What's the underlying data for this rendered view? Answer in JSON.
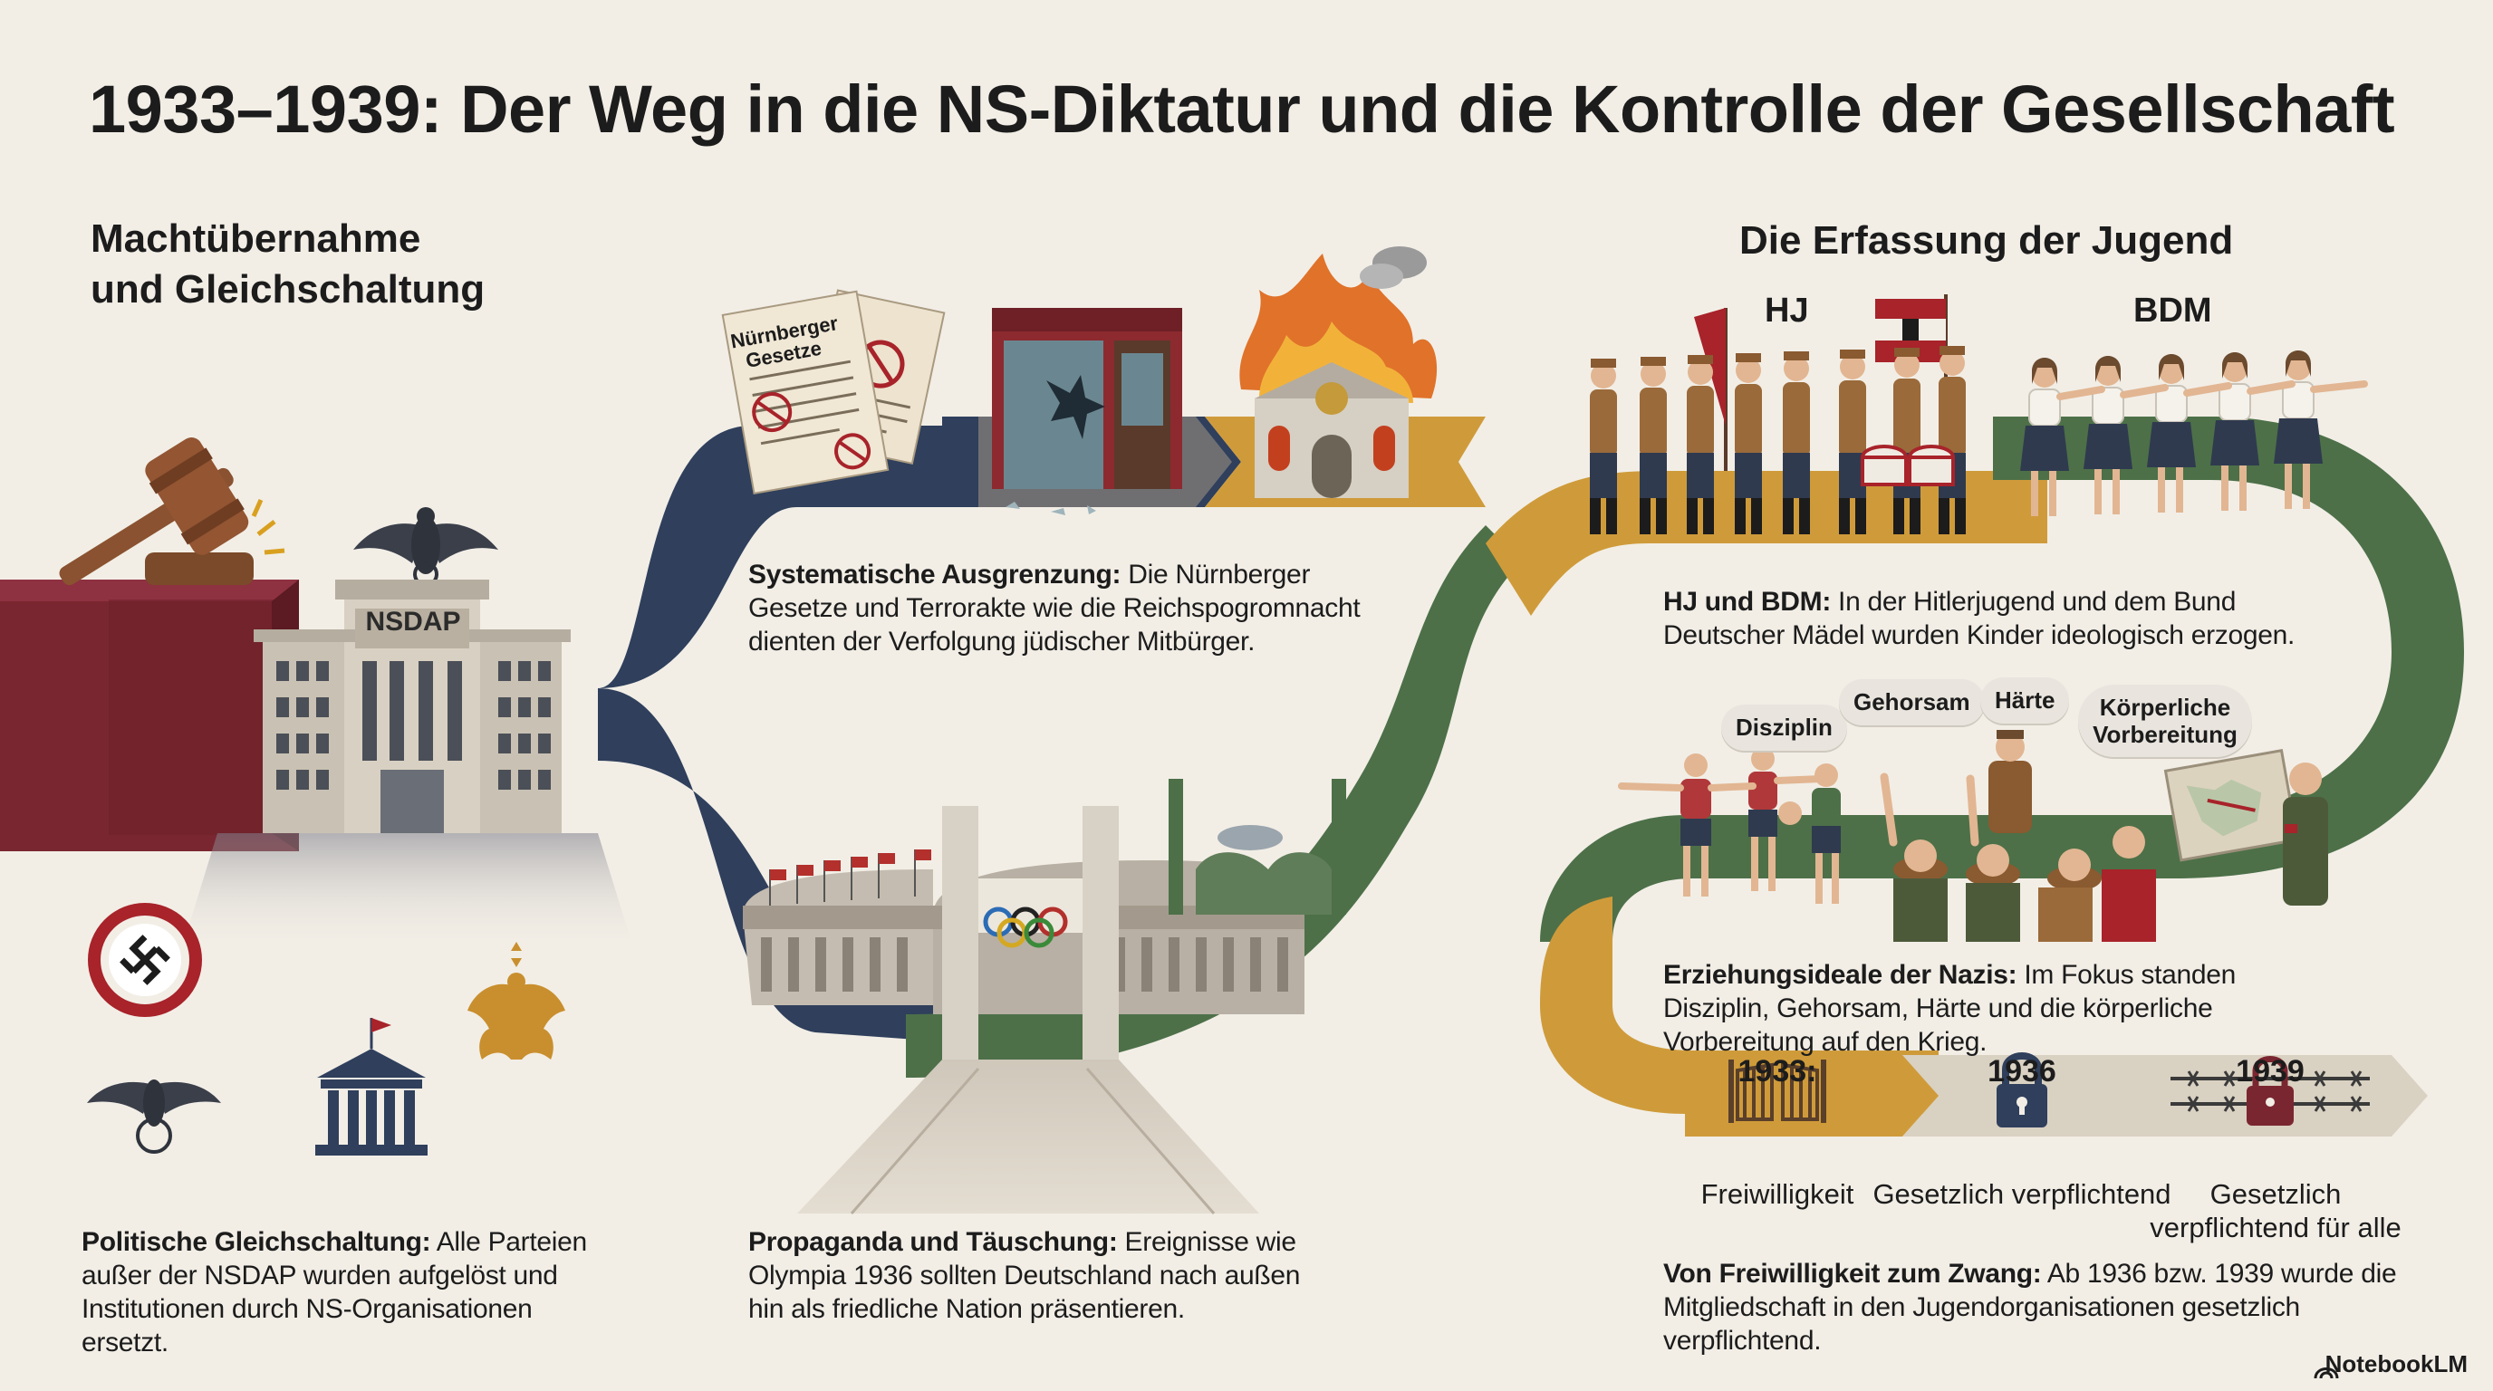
{
  "title": "1933–1939: Der Weg in die NS-Diktatur und die Kontrolle der Gesellschaft",
  "left": {
    "heading_line1": "Machtübernahme",
    "heading_line2": "und Gleichschaltung",
    "building_sign": "NSDAP",
    "caption_bold": "Politische Gleichschaltung:",
    "caption_text": " Alle Parteien außer der NSDAP wurden aufgelöst und Institutionen durch NS-Organisationen ersetzt."
  },
  "middle": {
    "documents_label": "Nürnberger Gesetze",
    "exclusion_bold": "Systematische Ausgrenzung:",
    "exclusion_text": " Die Nürnberger Gesetze und Terrorakte wie die Reichspogromnacht dienten der Verfolgung jüdischer Mitbürger.",
    "propaganda_bold": "Propaganda und Täuschung:",
    "propaganda_text": " Ereignisse wie Olympia 1936 sollten Deutschland nach außen hin als friedliche Nation präsentieren."
  },
  "right": {
    "heading": "Die Erfassung der Jugend",
    "hj_label": "HJ",
    "bdm_label": "BDM",
    "youth_bold": "HJ und BDM:",
    "youth_text": " In der Hitlerjugend und dem Bund Deutscher Mädel wurden Kinder ideologisch erzogen.",
    "bubbles": [
      "Disziplin",
      "Gehorsam",
      "Härte",
      "Körperliche Vorbereitung"
    ],
    "ideals_bold": "Erziehungsideale der Nazis:",
    "ideals_text": " Im Fokus standen Disziplin, Gehorsam, Härte und die körperliche Vorbereitung auf den Krieg.",
    "timeline": [
      {
        "year": "1933:",
        "label": "Freiwilligkeit"
      },
      {
        "year": "1936",
        "label": "Gesetzlich verpflichtend"
      },
      {
        "year": "1939",
        "label": "Gesetzlich verpflichtend für alle"
      }
    ],
    "summary_bold": "Von Freiwilligkeit zum Zwang:",
    "summary_text": " Ab 1936 bzw. 1939 wurde die Mitgliedschaft in den Jugendorganisationen gesetzlich verpflichtend."
  },
  "brand": "NotebookLM",
  "colors": {
    "background": "#f2eee6",
    "navy": "#2f3f5c",
    "green": "#4d7048",
    "ochre": "#cf9b3a",
    "maroon": "#7a2630",
    "red": "#a8232a"
  }
}
